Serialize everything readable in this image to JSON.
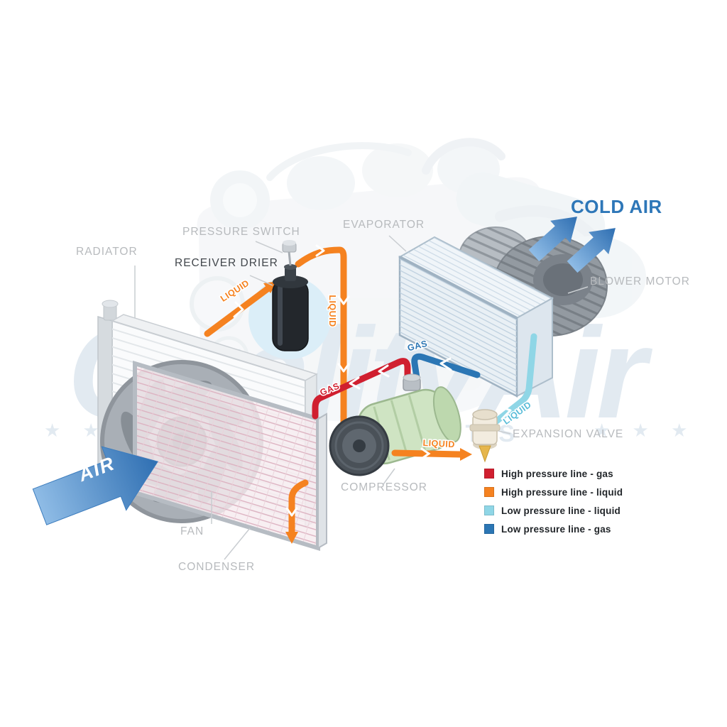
{
  "labels": {
    "radiator": "RADIATOR",
    "pressure_switch": "PRESSURE SWITCH",
    "receiver_drier": "RECEIVER DRIER",
    "evaporator": "EVAPORATOR",
    "blower_motor": "BLOWER MOTOR",
    "cold_air": "COLD AIR",
    "expansion_valve": "EXPANSION VALVE",
    "compressor": "COMPRESSOR",
    "fan": "FAN",
    "condenser": "CONDENSER",
    "air_flow": "AIR"
  },
  "flow_labels": {
    "liquid_into_drier": "LIQUID",
    "liquid_drier_line": "LIQUID",
    "liquid_to_expansion_valve": "LIQUID",
    "liquid_low_pressure": "LIQUID",
    "gas_high_pressure": "GAS",
    "gas_low_pressure": "GAS"
  },
  "legend": {
    "items": [
      {
        "label": "High pressure line - gas",
        "color": "#d01f2f"
      },
      {
        "label": "High pressure line - liquid",
        "color": "#f58220"
      },
      {
        "label": "Low pressure line - liquid",
        "color": "#8fd6e6"
      },
      {
        "label": "Low pressure line -  gas",
        "color": "#2b76b4"
      }
    ]
  },
  "watermark": {
    "brand": "QualityAir",
    "subtitle": "AUTO PARTS",
    "stars_left": "★ ★ ★",
    "stars_right": "★ ★ ★"
  },
  "colors": {
    "high_pressure_gas": "#d01f2f",
    "high_pressure_liquid": "#f58220",
    "low_pressure_liquid": "#8fd6e6",
    "low_pressure_gas": "#2b76b4",
    "cold_air_text": "#2e77b8",
    "label_gray": "#b7babd"
  }
}
